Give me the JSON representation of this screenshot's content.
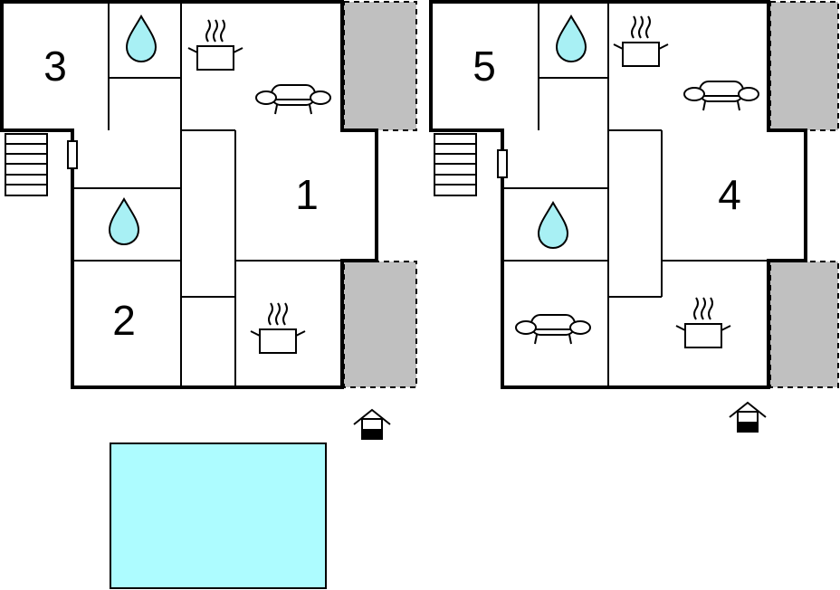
{
  "floorplans": [
    {
      "id": "left",
      "rooms": [
        {
          "label": "3"
        },
        {
          "label": "1"
        },
        {
          "label": "2"
        }
      ]
    },
    {
      "id": "right",
      "rooms": [
        {
          "label": "5"
        },
        {
          "label": "4"
        }
      ]
    }
  ],
  "icons": [
    "water-drop-icon",
    "cooking-pot-icon",
    "sofa-icon",
    "stairs-icon",
    "entrance-icon",
    "pool"
  ],
  "colors": {
    "water": "#a8f0f4",
    "pool": "#adfcff",
    "terrace": "#c0c0c0",
    "walls": "#000000"
  }
}
